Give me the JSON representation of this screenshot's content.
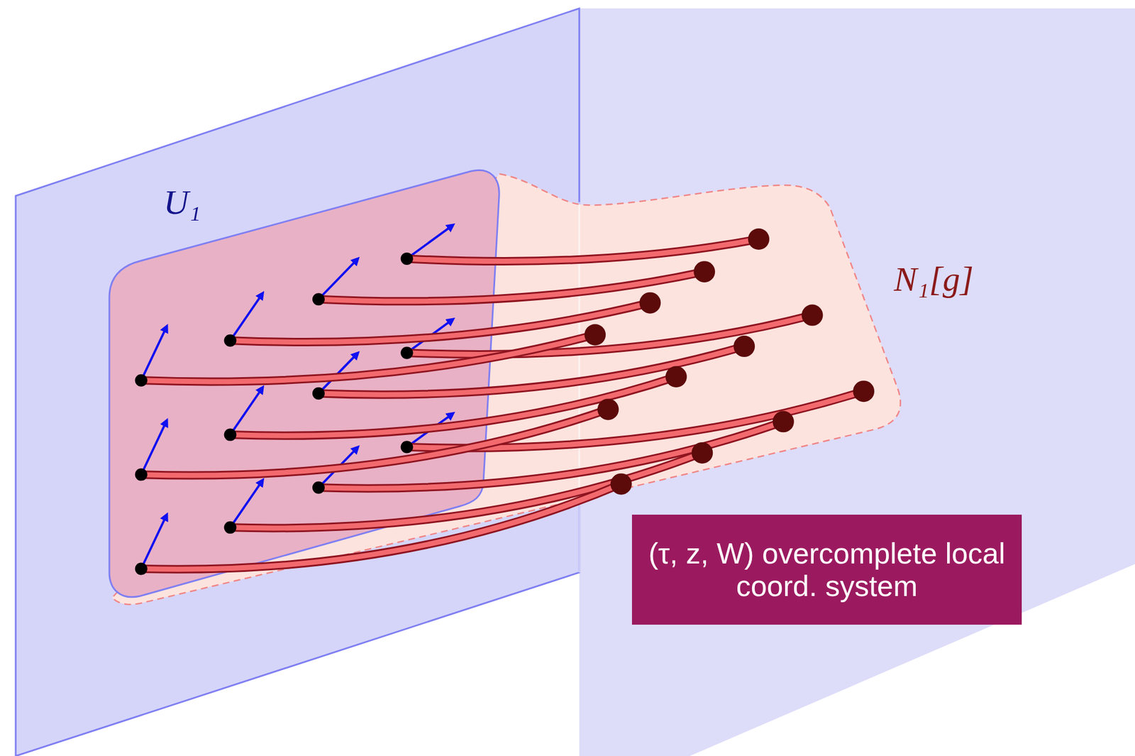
{
  "diagram": {
    "nodes": [
      {
        "text": [
          "(τ, z, W) overcomplete local coord. system"
        ]
      }
    ],
    "labels": [
      "U₁",
      "N₁[g]"
    ]
  }
}
